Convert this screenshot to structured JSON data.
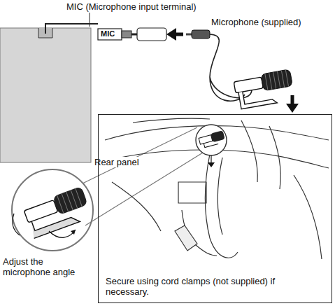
{
  "diagram": {
    "nodes": [
      {
        "text": [
          "Rear panel"
        ]
      },
      {
        "text": [
          "Secure using cord clamps (not supplied) if necessary."
        ]
      }
    ],
    "labels": [
      "MIC (Microphone input terminal)",
      "MIC",
      "Microphone (supplied)",
      "Adjust the microphone angle"
    ]
  }
}
